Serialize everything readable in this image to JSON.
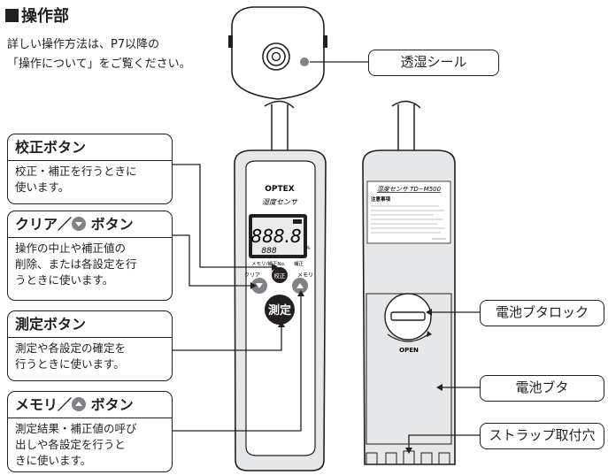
{
  "title": "操作部",
  "intro_lines": [
    "詳しい操作方法は、P7以降の",
    "「操作について」をご覧ください。"
  ],
  "callouts": {
    "calibration": {
      "title": "校正ボタン",
      "lines": [
        "校正・補正を行うときに",
        "使います。"
      ]
    },
    "clear_down": {
      "title_before": "クリア／",
      "title_after": "ボタン",
      "icon": "down-triangle-icon",
      "lines": [
        "操作の中止や補正値の",
        "削除、または各設定を行",
        "うときに使います。"
      ]
    },
    "measure": {
      "title": "測定ボタン",
      "lines": [
        "測定や各設定の確定を",
        "行うときに使います。"
      ]
    },
    "memory_up": {
      "title_before": "メモリ／",
      "title_after": "ボタン",
      "icon": "up-triangle-icon",
      "lines": [
        "測定結果・補正値の呼び",
        "出しや各設定を行うと",
        "きに使います。"
      ]
    }
  },
  "tags": {
    "seal": "透湿シール",
    "battery_lock": "電池ブタロック",
    "battery_cover": "電池ブタ",
    "strap_hole": "ストラップ取付穴"
  },
  "device": {
    "brand": "OPTEX",
    "product": "湿度センサ",
    "display_main": "888.8",
    "display_sub": "888",
    "memory_label": "メモリ/補正No.",
    "calib_label": "補正",
    "btn_clear_label": "クリア",
    "btn_calib_label": "校正",
    "btn_memory_label": "メモリ",
    "btn_measure_label": "測定"
  },
  "back": {
    "model": "湿度センサ TD−M500",
    "caution_title": "注意事項",
    "open_label": "OPEN"
  },
  "colors": {
    "ink": "#231f20",
    "button_gray": "#808285",
    "body_gray": "#e6e7e8",
    "lcd": "#ececec"
  }
}
